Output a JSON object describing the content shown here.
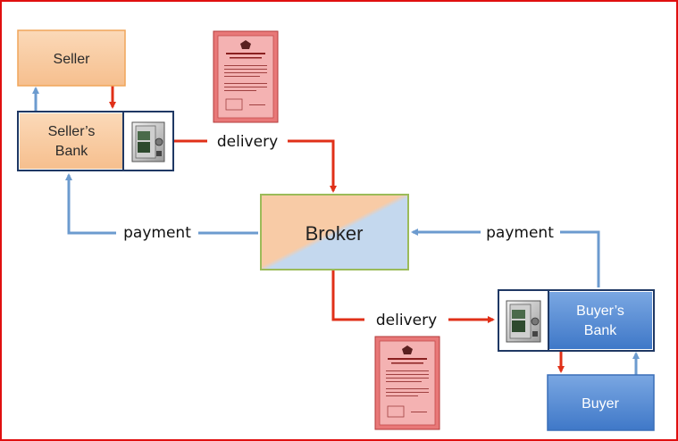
{
  "nodes": {
    "seller": {
      "label": "Seller"
    },
    "sellers_bank": {
      "label_line1": "Seller’s",
      "label_line2": "Bank"
    },
    "broker": {
      "label": "Broker"
    },
    "buyers_bank": {
      "label_line1": "Buyer’s",
      "label_line2": "Bank"
    },
    "buyer": {
      "label": "Buyer"
    }
  },
  "edges": {
    "delivery_top": {
      "label": "delivery"
    },
    "payment_left": {
      "label": "payment"
    },
    "payment_right": {
      "label": "payment"
    },
    "delivery_bottom": {
      "label": "delivery"
    }
  },
  "colors": {
    "frame": "#e01010",
    "delivery_arrow": "#e03018",
    "payment_arrow": "#6c9bcf",
    "seller_fill": "#f8cba0",
    "buyer_fill": "#5b8fd6",
    "broker_fill_a": "#f8cba6",
    "broker_fill_b": "#c4d8ee",
    "broker_border": "#9bbb59",
    "bank_border": "#1f3864",
    "certificate": "#e87878"
  },
  "icons": [
    "safe-icon",
    "share-certificate-icon"
  ]
}
